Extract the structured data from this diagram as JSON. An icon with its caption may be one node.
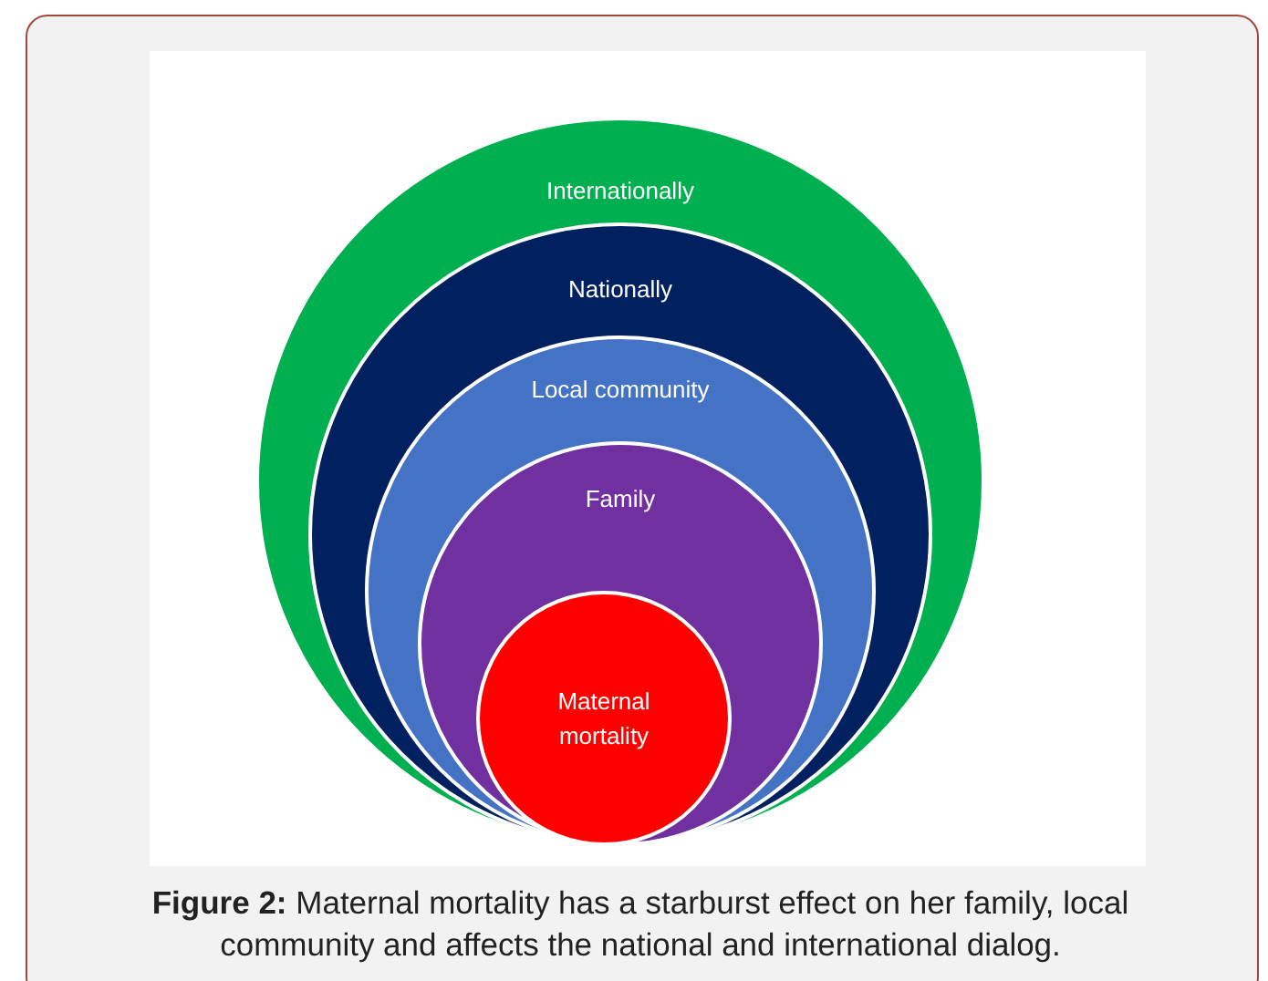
{
  "diagram": {
    "caption": "**Figure 2:** Maternal mortality has a starburst effect on her family, local community and affects the national and international dialog.",
    "nodes": [
      {
        "text": [
          "Internationally"
        ]
      },
      {
        "text": [
          "Nationally"
        ],
        "in": 0
      },
      {
        "text": [
          "Local community"
        ],
        "in": 1
      },
      {
        "text": [
          "Family"
        ],
        "in": 2
      },
      {
        "text": [
          "Maternal mortality"
        ],
        "in": 3
      }
    ]
  }
}
